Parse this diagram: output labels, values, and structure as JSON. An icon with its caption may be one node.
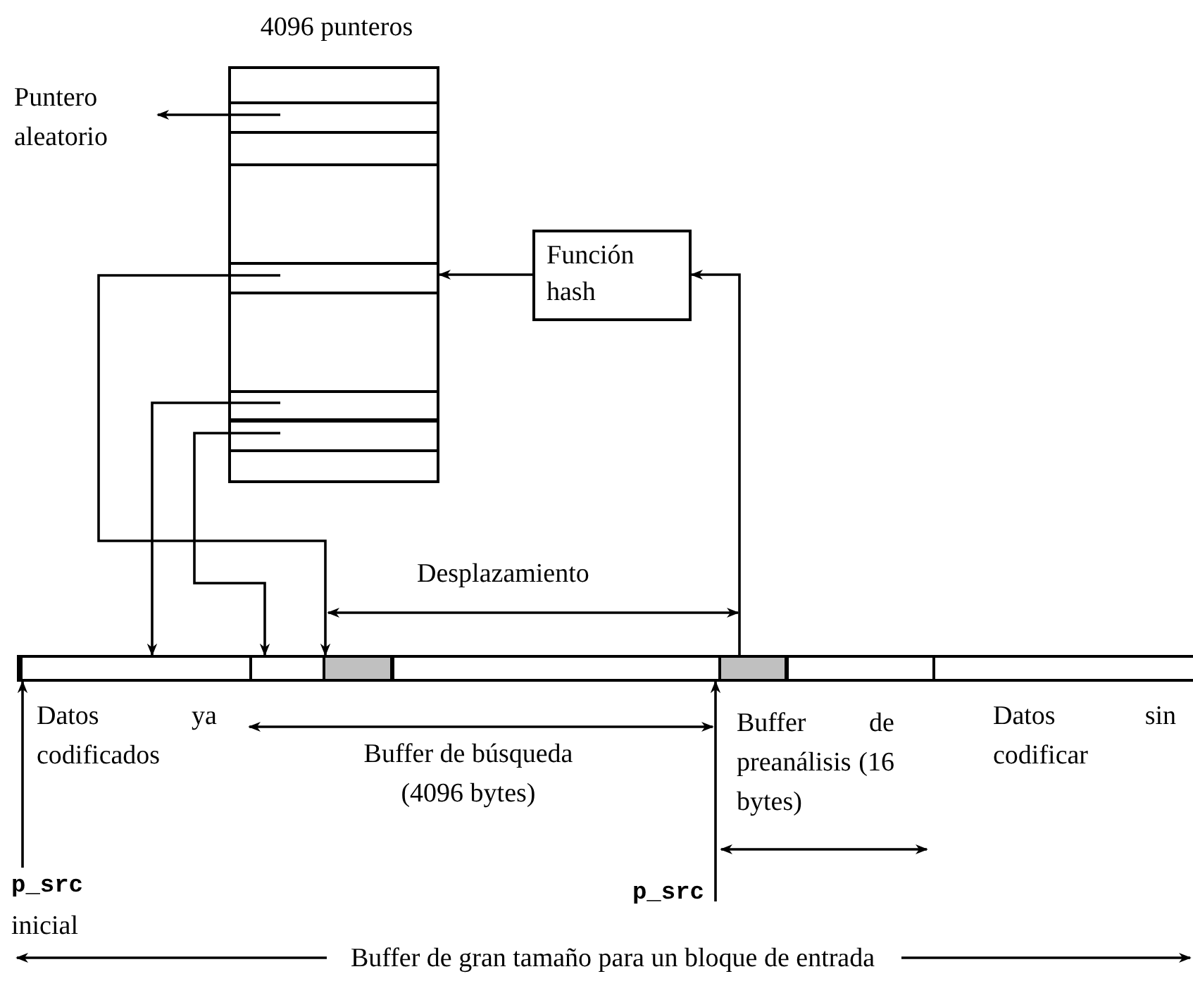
{
  "diagram": {
    "nodes": [
      {
        "text": [
          "4096 punteros"
        ]
      },
      {
        "text": [],
        "shape": "box",
        "in": 0
      },
      {
        "text": [],
        "shape": "box",
        "in": 0
      },
      {
        "text": [],
        "shape": "box",
        "in": 0
      },
      {
        "text": [],
        "shape": "box",
        "in": 0
      },
      {
        "text": [
          "Puntero aleatorio"
        ]
      },
      {
        "text": [
          "Función hash"
        ]
      },
      {
        "text": [],
        "shape": "bar"
      },
      {
        "text": [],
        "shape": "box",
        "in": 7
      },
      {
        "text": [],
        "shape": "box",
        "in": 7
      },
      {
        "text": [],
        "shape": "box",
        "in": 7
      },
      {
        "text": [],
        "shape": "box",
        "in": 7
      },
      {
        "text": [],
        "shape": "box",
        "in": 7
      },
      {
        "text": [],
        "shape": "box",
        "in": 7
      },
      {
        "text": [],
        "shape": "box",
        "in": 7
      },
      {
        "text": [
          "p_src",
          "inicial"
        ]
      },
      {
        "text": [
          "p_src"
        ]
      }
    ],
    "edges": [
      {
        "from": 1,
        "to": 5,
        "arrow": "to"
      },
      {
        "from": 6,
        "to": 2,
        "arrow": "to"
      },
      {
        "from": 12,
        "to": 6,
        "arrow": "to"
      },
      {
        "from": 2,
        "to": 10,
        "arrow": "to"
      },
      {
        "from": 3,
        "to": 8,
        "arrow": "to"
      },
      {
        "from": 4,
        "to": 9,
        "arrow": "to"
      },
      {
        "from": 15,
        "to": 8,
        "arrow": "to"
      },
      {
        "from": 16,
        "to": 12,
        "arrow": "to"
      }
    ],
    "labels": [
      "Desplazamiento",
      "Datos ya codificados",
      "Buffer de búsqueda (4096 bytes)",
      "Buffer de preanálisis (16 bytes)",
      "Datos sin codificar",
      "Buffer de gran tamaño para un bloque de entrada"
    ]
  }
}
